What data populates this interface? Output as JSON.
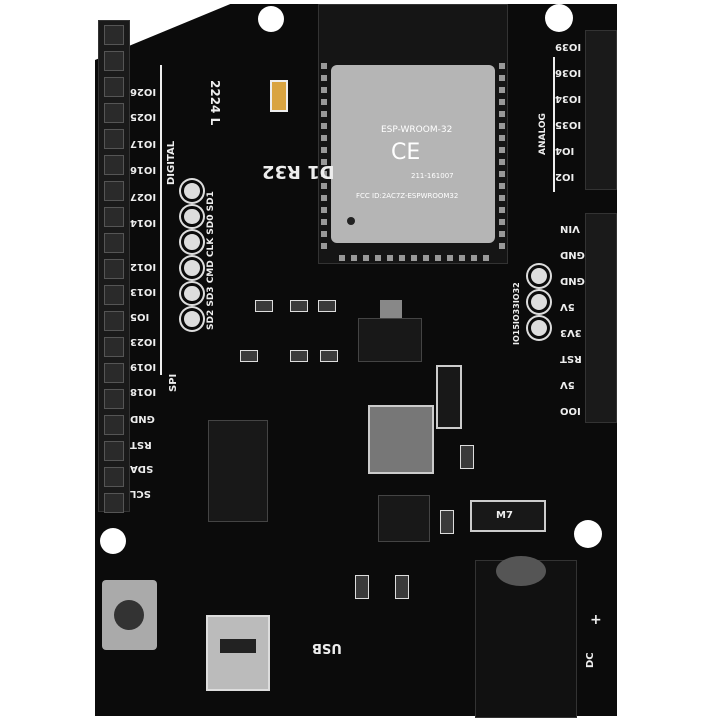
{
  "board": {
    "name": "D1 R32",
    "date_code": "2224 L",
    "colors": {
      "pcb": "#0b0b0b",
      "silkscreen": "#eeeeee",
      "module_can": "#b5b5b5"
    }
  },
  "module": {
    "model": "ESP-WROOM-32",
    "mark": "CE",
    "cert": "211-161007",
    "fcc": "FCC ID:2AC7Z-ESPWROOM32"
  },
  "labels": {
    "digital": "DIGITAL",
    "analog": "ANALOG",
    "spi": "SPI",
    "usb": "USB",
    "dc": "DC",
    "plus": "+",
    "pads": "IO15IO33IO32",
    "spi_pads": "SD2 SD3 CMD CLK SD0 SD1",
    "diode": "M7"
  },
  "left_pins": [
    "IO26",
    "IO25",
    "IO17",
    "IO16",
    "IO27",
    "IO14",
    "IO12",
    "IO13",
    "IO5",
    "IO23",
    "IO19",
    "IO18",
    "GND",
    "RST",
    "SDA",
    "SCL"
  ],
  "right_top_pins": [
    "IO39",
    "IO36",
    "IO34",
    "IO35",
    "IO4",
    "IO2"
  ],
  "right_bottom_pins": [
    "VIN",
    "GND",
    "GND",
    "5V",
    "3V3",
    "RST",
    "5V",
    "IOO"
  ]
}
